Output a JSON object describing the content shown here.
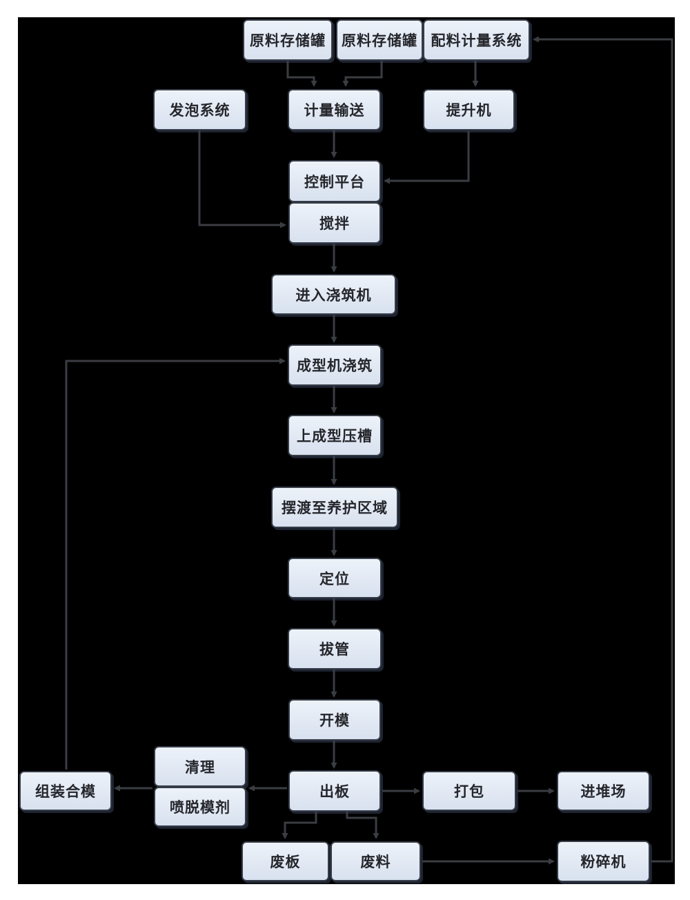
{
  "colors": {
    "page-bg": "#ffffff",
    "canvas-bg": "#000000",
    "line": "#3a3d42",
    "node-top": "#edf2f9",
    "node-bottom": "#d8e1ef",
    "node-border": "#363c47",
    "node-text": "#24262b"
  },
  "nodes": {
    "tank1": "原料存储罐",
    "tank2": "原料存储罐",
    "batching": "配料计量系统",
    "foaming": "发泡系统",
    "metering": "计量输送",
    "hoist": "提升机",
    "control": "控制平台",
    "mixing": "搅拌",
    "enter_casting": "进入浇筑机",
    "forming_casting": "成型机浇筑",
    "press_groove": "上成型压槽",
    "ferry_curing": "摆渡至养护区域",
    "positioning": "定位",
    "tube_pulling": "拔管",
    "mold_opening": "开模",
    "board_out": "出板",
    "cleaning": "清理",
    "spray_agent": "喷脱模剂",
    "assemble_mold": "组装合模",
    "packing": "打包",
    "stockyard": "进堆场",
    "waste_board": "废板",
    "waste_material": "废料",
    "crusher": "粉碎机"
  }
}
